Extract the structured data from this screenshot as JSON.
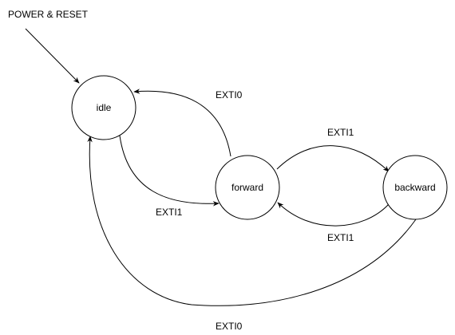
{
  "start_label": "POWER & RESET",
  "states": {
    "idle": "idle",
    "forward": "forward",
    "backward": "backward"
  },
  "transitions": {
    "forward_to_idle": "EXTI0",
    "idle_to_forward": "EXTI1",
    "forward_to_backward": "EXTI1",
    "backward_to_forward": "EXTI1",
    "backward_to_idle": "EXTI0"
  },
  "colors": {
    "stroke": "#000000",
    "fill": "#ffffff",
    "background": "#ffffff"
  }
}
